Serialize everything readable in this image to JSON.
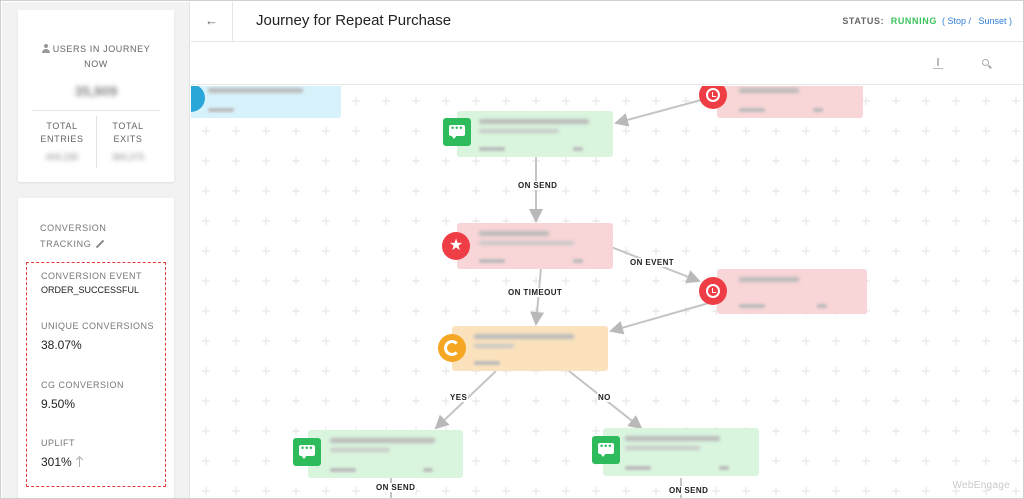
{
  "header": {
    "back_icon": "←",
    "title": "Journey for Repeat Purchase",
    "status_label": "STATUS:",
    "status_value": "RUNNING",
    "stop_label": "Stop",
    "sunset_label": "Sunset"
  },
  "sidebar": {
    "users_in_journey": {
      "label_line1": "USERS IN JOURNEY",
      "label_line2": "NOW",
      "count": "35,909"
    },
    "total_entries": {
      "label_line1": "TOTAL",
      "label_line2": "ENTRIES",
      "value": "409,235"
    },
    "total_exits": {
      "label_line1": "TOTAL",
      "label_line2": "EXITS",
      "value": "369,275"
    },
    "conversion_tracking": {
      "title_line1": "CONVERSION",
      "title_line2": "TRACKING",
      "event_label": "CONVERSION EVENT",
      "event_value": "ORDER_SUCCESSFUL",
      "unique_label": "UNIQUE CONVERSIONS",
      "unique_value": "38.07%",
      "cg_label": "CG CONVERSION",
      "cg_value": "9.50%",
      "uplift_label": "UPLIFT",
      "uplift_value": "301%"
    }
  },
  "canvas": {
    "edge_labels": {
      "on_send_1": "ON SEND",
      "on_event": "ON EVENT",
      "on_timeout": "ON TIMEOUT",
      "yes": "YES",
      "no": "NO",
      "on_send_2": "ON SEND",
      "on_send_3": "ON SEND"
    },
    "watermark": "WebEngage"
  },
  "colors": {
    "running": "#3cc45c",
    "link": "#2f7ed8",
    "highlight_border": "#e23b3b",
    "sms_green": "#2dbb5b",
    "trigger_red": "#ee3d45",
    "split_orange": "#f5a623",
    "entry_blue": "#2aa7d8"
  },
  "icons": {
    "back": "arrow-left-icon",
    "download": "download-icon",
    "search": "search-icon",
    "edit": "pencil-icon",
    "uplift": "arrow-up-icon",
    "sms": "sms-bubble-icon",
    "wait": "clock-icon",
    "event": "star-icon",
    "split": "ring-icon"
  }
}
